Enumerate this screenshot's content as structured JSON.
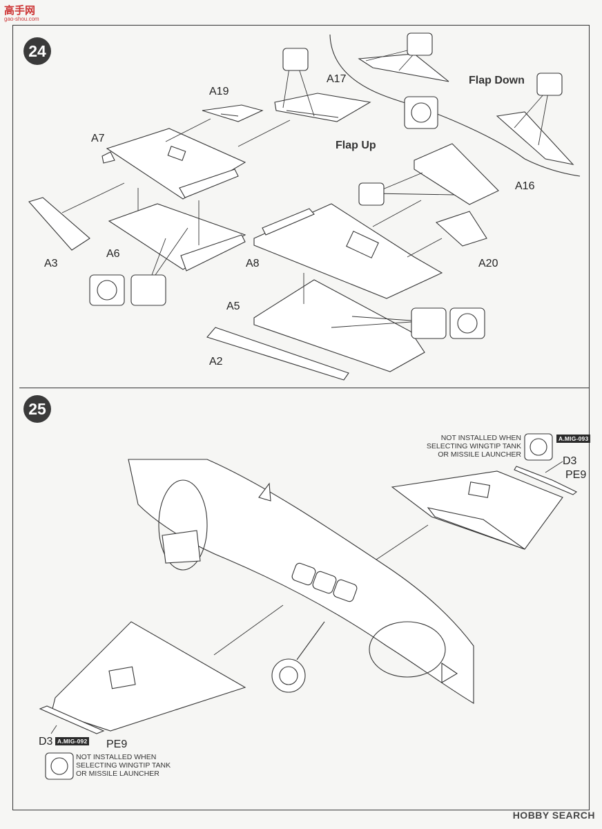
{
  "watermark": {
    "site": "高手网",
    "url": "gao-shou.com"
  },
  "step24": {
    "number": "24",
    "labels": {
      "A19": "A19",
      "A17": "A17",
      "A7": "A7",
      "A3": "A3",
      "A6": "A6",
      "A8": "A8",
      "A16": "A16",
      "A20": "A20",
      "A5": "A5",
      "A2": "A2"
    },
    "flap_down": "Flap Down",
    "flap_up": "Flap Up"
  },
  "step25": {
    "number": "25",
    "note_right": "NOT INSTALLED WHEN\nSELECTING WINGTIP TANK\nOR MISSILE LAUNCHER",
    "tag_right": "A.MIG-093",
    "d3_right": "D3",
    "pe9_right": "PE9",
    "note_left": "NOT INSTALLED WHEN\nSELECTING WINGTIP TANK\nOR MISSILE LAUNCHER",
    "tag_left": "A.MIG-092",
    "d3_left": "D3",
    "pe9_left": "PE9"
  },
  "footer": {
    "brand": "HOBBY SEARCH"
  }
}
